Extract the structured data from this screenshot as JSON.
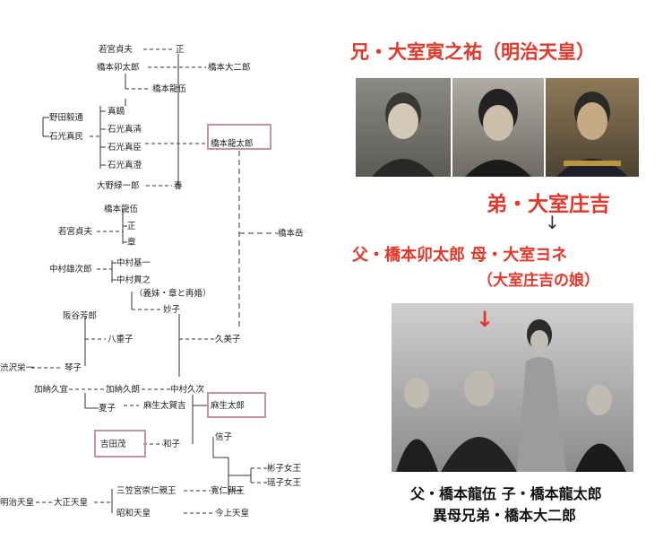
{
  "colors": {
    "tree_line": "#333333",
    "highlight_box": "#c3949c",
    "accent_red": "#e0382b",
    "text_black": "#111111"
  },
  "tree": {
    "names": [
      "若宮貞夫",
      "正",
      "橋本卯太郎",
      "橋本大二郎",
      "橋本龍伍",
      "真鍋",
      "野田毅通",
      "石光真清",
      "石光真民",
      "橋本龍太郎",
      "石光真臣",
      "石光真澄",
      "大野緑一郎",
      "春",
      "橋本龍伍",
      "若宮貞夫",
      "正",
      "章",
      "橋本岳",
      "中村基一",
      "中村雄次郎",
      "中村貫之",
      "（義妹・章と再婚）",
      "阪谷芳郎",
      "妙子",
      "八重子",
      "久美子",
      "渋沢栄一",
      "琴子",
      "加納久宜",
      "加納久朗",
      "中村久次",
      "麻生太賀吉",
      "麻生太郎",
      "夏子",
      "吉田茂",
      "和子",
      "信子",
      "彬子女王",
      "瑶子女王",
      "明治天皇",
      "大正天皇",
      "三笠宮崇仁親王",
      "寛仁親王",
      "昭和天皇",
      "今上天皇"
    ],
    "highlighted": [
      "橋本龍太郎",
      "麻生太郎",
      "吉田茂"
    ]
  },
  "right": {
    "title": "兄・大室寅之祐（明治天皇）",
    "subtitle": "弟・大室庄吉",
    "arrow1": "↓",
    "father_mother": "父・橋本卯太郎 母・大室ヨネ",
    "note": "（大室庄吉の娘）",
    "arrow2": "↓",
    "caption1": "父・橋本龍伍 子・橋本龍太郎",
    "caption2": "異母兄弟・橋本大二郎"
  }
}
